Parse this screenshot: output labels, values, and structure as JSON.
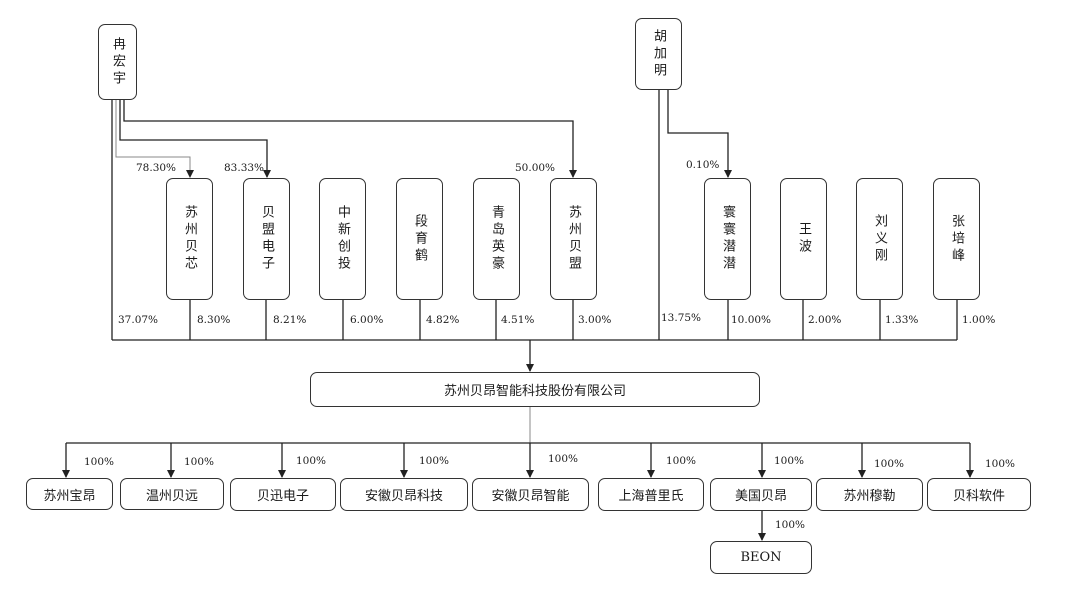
{
  "shareholders": {
    "ran": "冉宏宇",
    "hu": "胡加明",
    "hongxin": "苏州贝芯",
    "mengdianzi": "贝盟电子",
    "zhongxin": "中新创投",
    "duanyuhe": "段育鹤",
    "qingdao": "青岛英豪",
    "beimeng": "苏州贝盟",
    "qianqian": "寰寰潜潜",
    "wangbo": "王波",
    "liuyigang": "刘义刚",
    "zhangpeifeng": "张培峰"
  },
  "company": {
    "name": "苏州贝昂智能科技股份有限公司"
  },
  "subsidiaries": {
    "baoang": "苏州宝昂",
    "beiyuan": "温州贝远",
    "beixun": "贝迅电子",
    "anhui_tech": "安徽贝昂科技",
    "anhui_zn": "安徽贝昂智能",
    "puli": "上海普里氏",
    "us": "美国贝昂",
    "muqin": "苏州穆勒",
    "software": "贝科软件",
    "beon": "BEON"
  },
  "percentages": {
    "ran_hongxin": "78.30%",
    "ran_mengdianzi": "83.33%",
    "ran_beimeng": "50.00%",
    "hu_qianqian": "0.10%",
    "ran_direct": "37.07%",
    "hongxin": "8.30%",
    "mengdianzi": "8.21%",
    "zhongxin": "6.00%",
    "duanyuhe": "4.82%",
    "qingdao": "4.51%",
    "beimeng": "3.00%",
    "hu_direct": "13.75%",
    "qianqian": "10.00%",
    "wangbo": "2.00%",
    "liuyigang": "1.33%",
    "zhangpeifeng": "1.00%",
    "sub_baoang": "100%",
    "sub_beiyuan": "100%",
    "sub_beixun": "100%",
    "sub_anhui_tech": "100%",
    "sub_anhui_zn": "100%",
    "sub_puli": "100%",
    "sub_us": "100%",
    "sub_muqin": "100%",
    "sub_software": "100%",
    "sub_beon": "100%"
  }
}
